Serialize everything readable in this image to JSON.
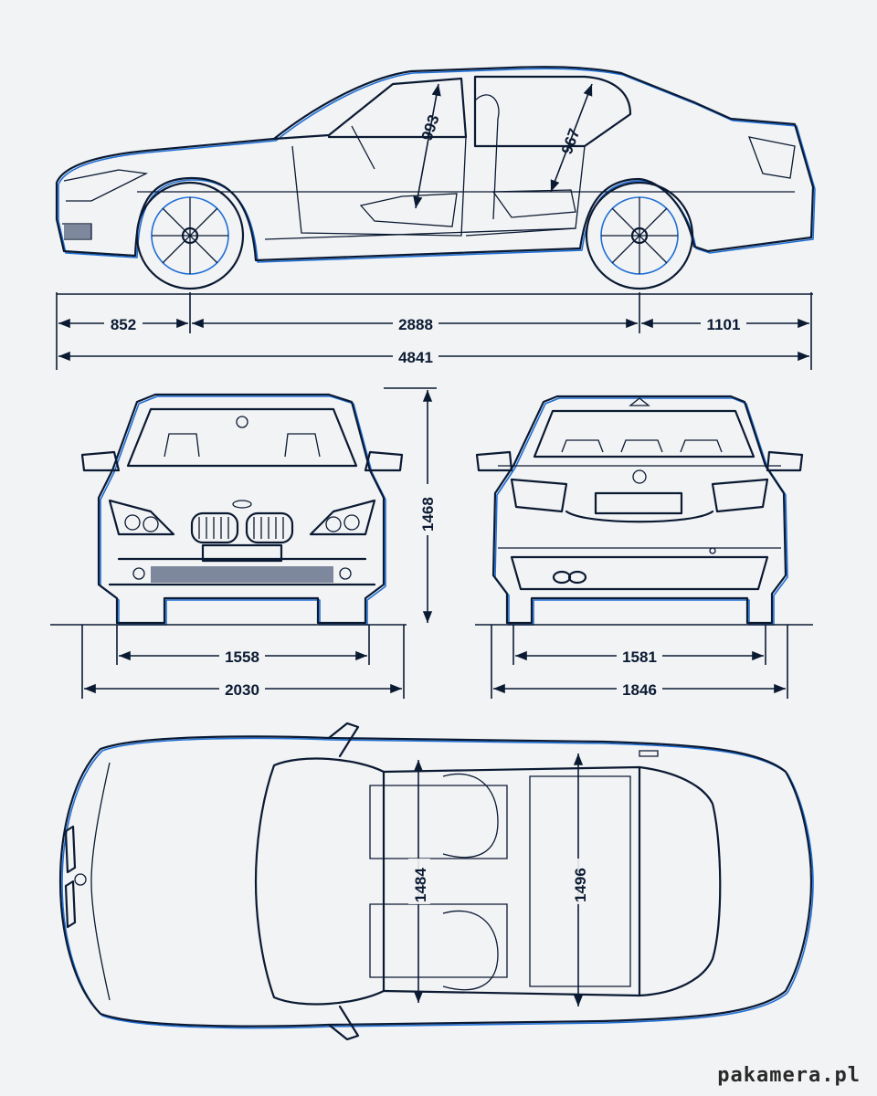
{
  "watermark": "pakamera.pl",
  "side_view": {
    "dims": {
      "front_overhang": "852",
      "wheelbase": "2888",
      "rear_overhang": "1101",
      "length": "4841",
      "front_headroom": "993",
      "rear_headroom": "967"
    }
  },
  "front_view": {
    "dims": {
      "front_track": "1558",
      "width_mirrors": "2030",
      "height": "1468"
    }
  },
  "rear_view": {
    "dims": {
      "rear_track": "1581",
      "width": "1846"
    }
  },
  "top_view": {
    "dims": {
      "front_cabin_width": "1484",
      "rear_cabin_width": "1496"
    }
  },
  "colors": {
    "line": "#0b1a33",
    "accent": "#1f6fd6",
    "background": "#f2f3f4"
  }
}
